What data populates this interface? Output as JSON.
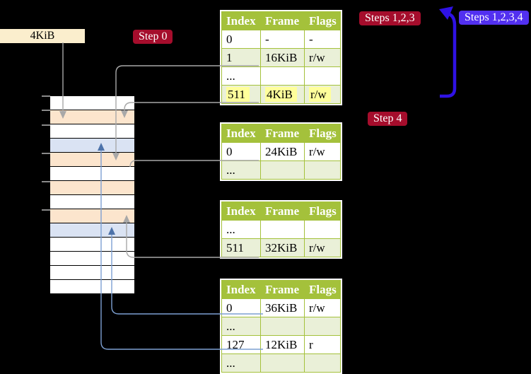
{
  "labels": {
    "frame_label": "4KiB",
    "step0": "Step 0",
    "steps123": "Steps 1,2,3",
    "steps1234": "Steps 1,2,3,4",
    "step4": "Step 4"
  },
  "colors": {
    "background": "#000000",
    "frame_label_bg": "#fbeecd",
    "badge_red": "#a50d2c",
    "badge_blue": "#5230f0",
    "big_arrow_blue": "#2f12e4",
    "table_header_green": "#a4c13b",
    "table_alt_row_green": "#eaf0d8",
    "highlight_yellow": "#ffff9b",
    "memory_peach": "#fce5cd",
    "memory_blue": "#dae3f3",
    "connector_gray": "#a8a8a8",
    "connector_blue": "#7da0d2",
    "connector_blue_head": "#4d73aa"
  },
  "memory_column": {
    "row_colors": [
      "white",
      "peach",
      "white",
      "blue",
      "peach",
      "white",
      "peach",
      "white",
      "peach",
      "blue",
      "white",
      "white",
      "white",
      "white"
    ]
  },
  "tables": [
    {
      "name": "page-table-1",
      "headers": [
        "Index",
        "Frame",
        "Flags"
      ],
      "rows": [
        {
          "cells": [
            "0",
            "-",
            "-"
          ],
          "highlight": false
        },
        {
          "cells": [
            "1",
            "16KiB",
            "r/w"
          ],
          "highlight": false
        },
        {
          "cells": [
            "...",
            "",
            ""
          ],
          "highlight": false
        },
        {
          "cells": [
            "511",
            "4KiB",
            "r/w"
          ],
          "highlight": true
        }
      ]
    },
    {
      "name": "page-table-2",
      "headers": [
        "Index",
        "Frame",
        "Flags"
      ],
      "rows": [
        {
          "cells": [
            "0",
            "24KiB",
            "r/w"
          ],
          "highlight": false
        },
        {
          "cells": [
            "...",
            "",
            ""
          ],
          "highlight": false
        }
      ]
    },
    {
      "name": "page-table-3",
      "headers": [
        "Index",
        "Frame",
        "Flags"
      ],
      "rows": [
        {
          "cells": [
            "...",
            "",
            ""
          ],
          "highlight": false
        },
        {
          "cells": [
            "511",
            "32KiB",
            "r/w"
          ],
          "highlight": false
        }
      ]
    },
    {
      "name": "page-table-4",
      "headers": [
        "Index",
        "Frame",
        "Flags"
      ],
      "rows": [
        {
          "cells": [
            "0",
            "36KiB",
            "r/w"
          ],
          "highlight": false
        },
        {
          "cells": [
            "...",
            "",
            ""
          ],
          "highlight": false
        },
        {
          "cells": [
            "127",
            "12KiB",
            "r"
          ],
          "highlight": false
        },
        {
          "cells": [
            "...",
            "",
            ""
          ],
          "highlight": false
        }
      ]
    }
  ]
}
